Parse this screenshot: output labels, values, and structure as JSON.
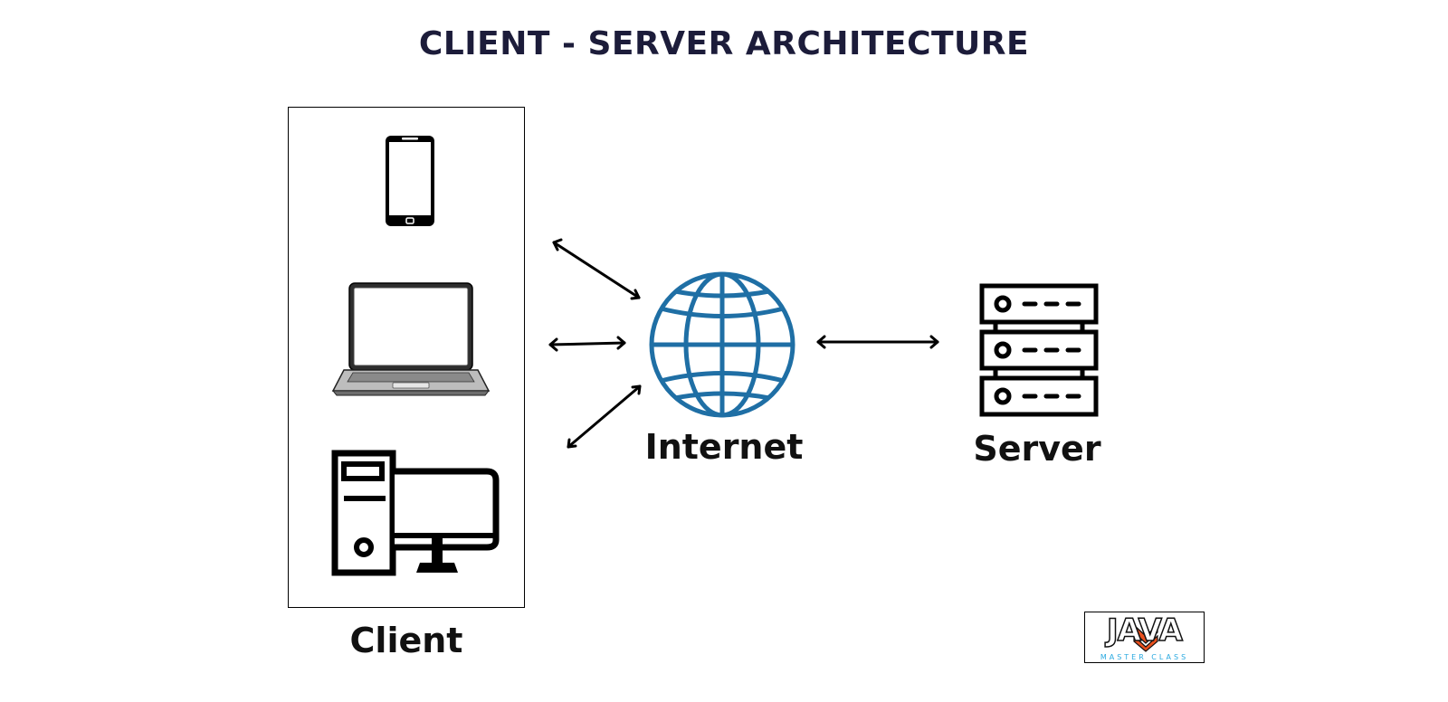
{
  "title": "CLIENT - SERVER ARCHITECTURE",
  "nodes": {
    "client": {
      "label": "Client"
    },
    "internet": {
      "label": "Internet"
    },
    "server": {
      "label": "Server"
    }
  },
  "client_devices": [
    "smartphone-icon",
    "laptop-icon",
    "desktop-computer-icon"
  ],
  "icons": {
    "internet": "globe-icon",
    "server": "server-rack-icon"
  },
  "colors": {
    "title": "#1c1c3a",
    "globe": "#1f6fa5",
    "stroke": "#000000",
    "logo_accent": "#e8501e",
    "logo_sub": "#29a9e0"
  },
  "logo": {
    "word": "JAVA",
    "subtitle": "MASTER CLASS"
  }
}
